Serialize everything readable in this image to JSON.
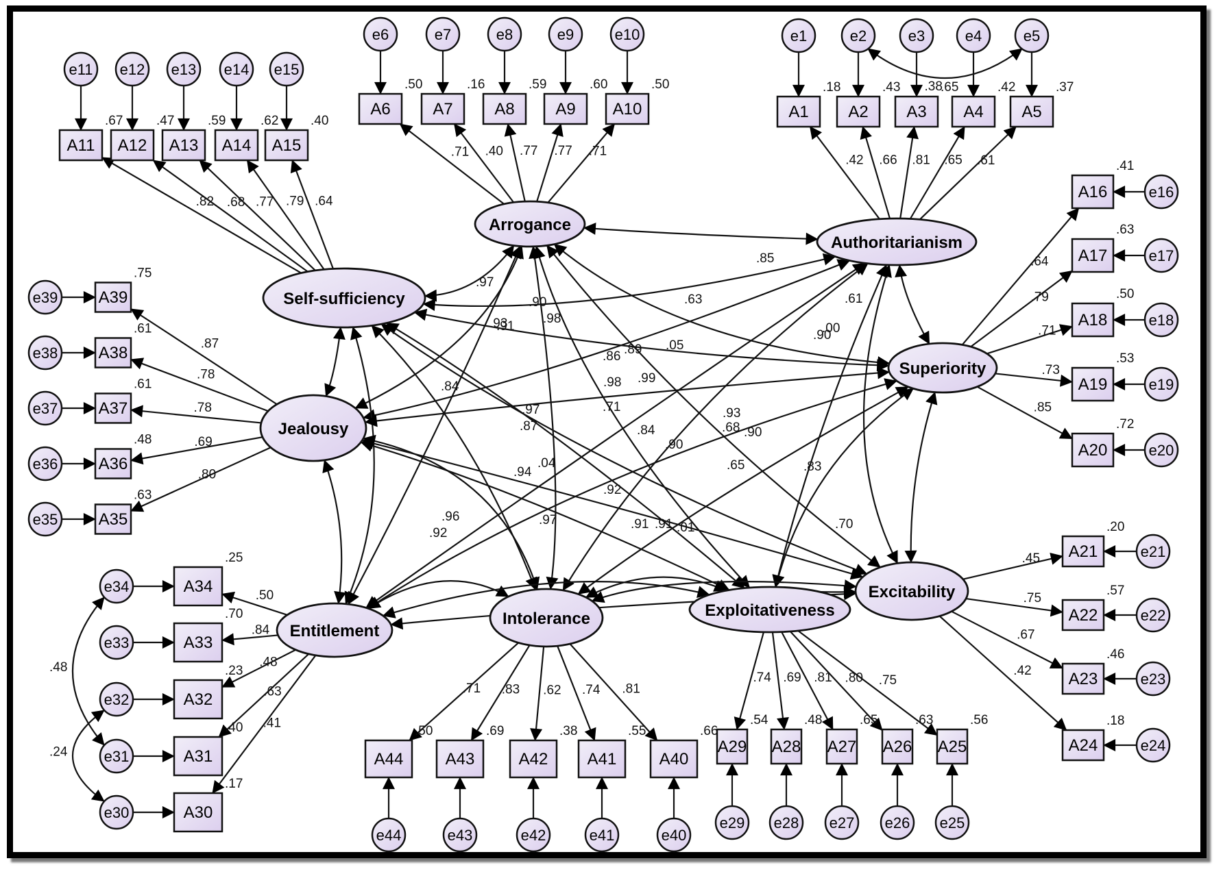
{
  "latents": [
    {
      "id": "Arrogance",
      "label": "Arrogance"
    },
    {
      "id": "Authoritarianism",
      "label": "Authoritarianism"
    },
    {
      "id": "Self-sufficiency",
      "label": "Self-sufficiency"
    },
    {
      "id": "Superiority",
      "label": "Superiority"
    },
    {
      "id": "Jealousy",
      "label": "Jealousy"
    },
    {
      "id": "Entitlement",
      "label": "Entitlement"
    },
    {
      "id": "Intolerance",
      "label": "Intolerance"
    },
    {
      "id": "Exploitativeness",
      "label": "Exploitativeness"
    },
    {
      "id": "Excitability",
      "label": "Excitability"
    }
  ],
  "indicators": [
    {
      "item": "A1",
      "error": "e1",
      "factor": "Authoritarianism",
      "loading": ".42",
      "r2": ".18"
    },
    {
      "item": "A2",
      "error": "e2",
      "factor": "Authoritarianism",
      "loading": ".66",
      "r2": ".43"
    },
    {
      "item": "A3",
      "error": "e3",
      "factor": "Authoritarianism",
      "loading": ".81",
      "r2": ".65"
    },
    {
      "item": "A4",
      "error": "e4",
      "factor": "Authoritarianism",
      "loading": ".65",
      "r2": ".42"
    },
    {
      "item": "A5",
      "error": "e5",
      "factor": "Authoritarianism",
      "loading": ".61",
      "r2": ".37"
    },
    {
      "item": "A6",
      "error": "e6",
      "factor": "Arrogance",
      "loading": ".71",
      "r2": ".50"
    },
    {
      "item": "A7",
      "error": "e7",
      "factor": "Arrogance",
      "loading": ".40",
      "r2": ".16"
    },
    {
      "item": "A8",
      "error": "e8",
      "factor": "Arrogance",
      "loading": ".77",
      "r2": ".59"
    },
    {
      "item": "A9",
      "error": "e9",
      "factor": "Arrogance",
      "loading": ".77",
      "r2": ".60"
    },
    {
      "item": "A10",
      "error": "e10",
      "factor": "Arrogance",
      "loading": ".71",
      "r2": ".50"
    },
    {
      "item": "A11",
      "error": "e11",
      "factor": "Self-sufficiency",
      "loading": ".82",
      "r2": ".67"
    },
    {
      "item": "A12",
      "error": "e12",
      "factor": "Self-sufficiency",
      "loading": ".68",
      "r2": ".47"
    },
    {
      "item": "A13",
      "error": "e13",
      "factor": "Self-sufficiency",
      "loading": ".77",
      "r2": ".59"
    },
    {
      "item": "A14",
      "error": "e14",
      "factor": "Self-sufficiency",
      "loading": ".79",
      "r2": ".62"
    },
    {
      "item": "A15",
      "error": "e15",
      "factor": "Self-sufficiency",
      "loading": ".64",
      "r2": ".40"
    },
    {
      "item": "A16",
      "error": "e16",
      "factor": "Superiority",
      "loading": ".64",
      "r2": ".41"
    },
    {
      "item": "A17",
      "error": "e17",
      "factor": "Superiority",
      "loading": ".79",
      "r2": ".63"
    },
    {
      "item": "A18",
      "error": "e18",
      "factor": "Superiority",
      "loading": ".71",
      "r2": ".50"
    },
    {
      "item": "A19",
      "error": "e19",
      "factor": "Superiority",
      "loading": ".73",
      "r2": ".53"
    },
    {
      "item": "A20",
      "error": "e20",
      "factor": "Superiority",
      "loading": ".85",
      "r2": ".72"
    },
    {
      "item": "A21",
      "error": "e21",
      "factor": "Excitability",
      "loading": ".45",
      "r2": ".20"
    },
    {
      "item": "A22",
      "error": "e22",
      "factor": "Excitability",
      "loading": ".75",
      "r2": ".57"
    },
    {
      "item": "A23",
      "error": "e23",
      "factor": "Excitability",
      "loading": ".67",
      "r2": ".46"
    },
    {
      "item": "A24",
      "error": "e24",
      "factor": "Excitability",
      "loading": ".42",
      "r2": ".18"
    },
    {
      "item": "A25",
      "error": "e25",
      "factor": "Exploitativeness",
      "loading": ".75",
      "r2": ".56"
    },
    {
      "item": "A26",
      "error": "e26",
      "factor": "Exploitativeness",
      "loading": ".80",
      "r2": ".63"
    },
    {
      "item": "A27",
      "error": "e27",
      "factor": "Exploitativeness",
      "loading": ".81",
      "r2": ".65"
    },
    {
      "item": "A28",
      "error": "e28",
      "factor": "Exploitativeness",
      "loading": ".69",
      "r2": ".48"
    },
    {
      "item": "A29",
      "error": "e29",
      "factor": "Exploitativeness",
      "loading": ".74",
      "r2": ".54"
    },
    {
      "item": "A30",
      "error": "e30",
      "factor": "Entitlement",
      "loading": ".41",
      "r2": ".17"
    },
    {
      "item": "A31",
      "error": "e31",
      "factor": "Entitlement",
      "loading": ".63",
      "r2": ".40"
    },
    {
      "item": "A32",
      "error": "e32",
      "factor": "Entitlement",
      "loading": ".48",
      "r2": ".23"
    },
    {
      "item": "A33",
      "error": "e33",
      "factor": "Entitlement",
      "loading": ".84",
      "r2": ".70"
    },
    {
      "item": "A34",
      "error": "e34",
      "factor": "Entitlement",
      "loading": ".50",
      "r2": ".25"
    },
    {
      "item": "A35",
      "error": "e35",
      "factor": "Jealousy",
      "loading": ".80",
      "r2": ".63"
    },
    {
      "item": "A36",
      "error": "e36",
      "factor": "Jealousy",
      "loading": ".69",
      "r2": ".48"
    },
    {
      "item": "A37",
      "error": "e37",
      "factor": "Jealousy",
      "loading": ".78",
      "r2": ".61"
    },
    {
      "item": "A38",
      "error": "e38",
      "factor": "Jealousy",
      "loading": ".78",
      "r2": ".61"
    },
    {
      "item": "A39",
      "error": "e39",
      "factor": "Jealousy",
      "loading": ".87",
      "r2": ".75"
    },
    {
      "item": "A40",
      "error": "e40",
      "factor": "Intolerance",
      "loading": ".81",
      "r2": ".66"
    },
    {
      "item": "A41",
      "error": "e41",
      "factor": "Intolerance",
      "loading": ".74",
      "r2": ".55"
    },
    {
      "item": "A42",
      "error": "e42",
      "factor": "Intolerance",
      "loading": ".62",
      "r2": ".38"
    },
    {
      "item": "A43",
      "error": "e43",
      "factor": "Intolerance",
      "loading": ".83",
      "r2": ".69"
    },
    {
      "item": "A44",
      "error": "e44",
      "factor": "Intolerance",
      "loading": ".71",
      "r2": ".50"
    }
  ],
  "error_covariances": [
    {
      "a": "e2",
      "b": "e5",
      "value": ".38"
    },
    {
      "a": "e34",
      "b": "e31",
      "value": ".48"
    },
    {
      "a": "e32",
      "b": "e30",
      "value": ".24"
    }
  ],
  "factor_correlations_shown": [
    ".97",
    ".85",
    ".63",
    ".61",
    ".93",
    ".90",
    ".91",
    ".98",
    ".86",
    ".89",
    ".05",
    ".99",
    ".90",
    ".00",
    ".84",
    ".97",
    ".87",
    ".71",
    ".98",
    ".93",
    ".68",
    ".90",
    ".84",
    ".90",
    ".65",
    ".83",
    ".94",
    ".04",
    ".92",
    ".96",
    ".92",
    ".70",
    ".91",
    ".91",
    ".01",
    ".97"
  ],
  "colors": {
    "node_fill_light": "#ece6f6",
    "node_fill_dark": "#ddd0ee",
    "stroke": "#111111"
  }
}
